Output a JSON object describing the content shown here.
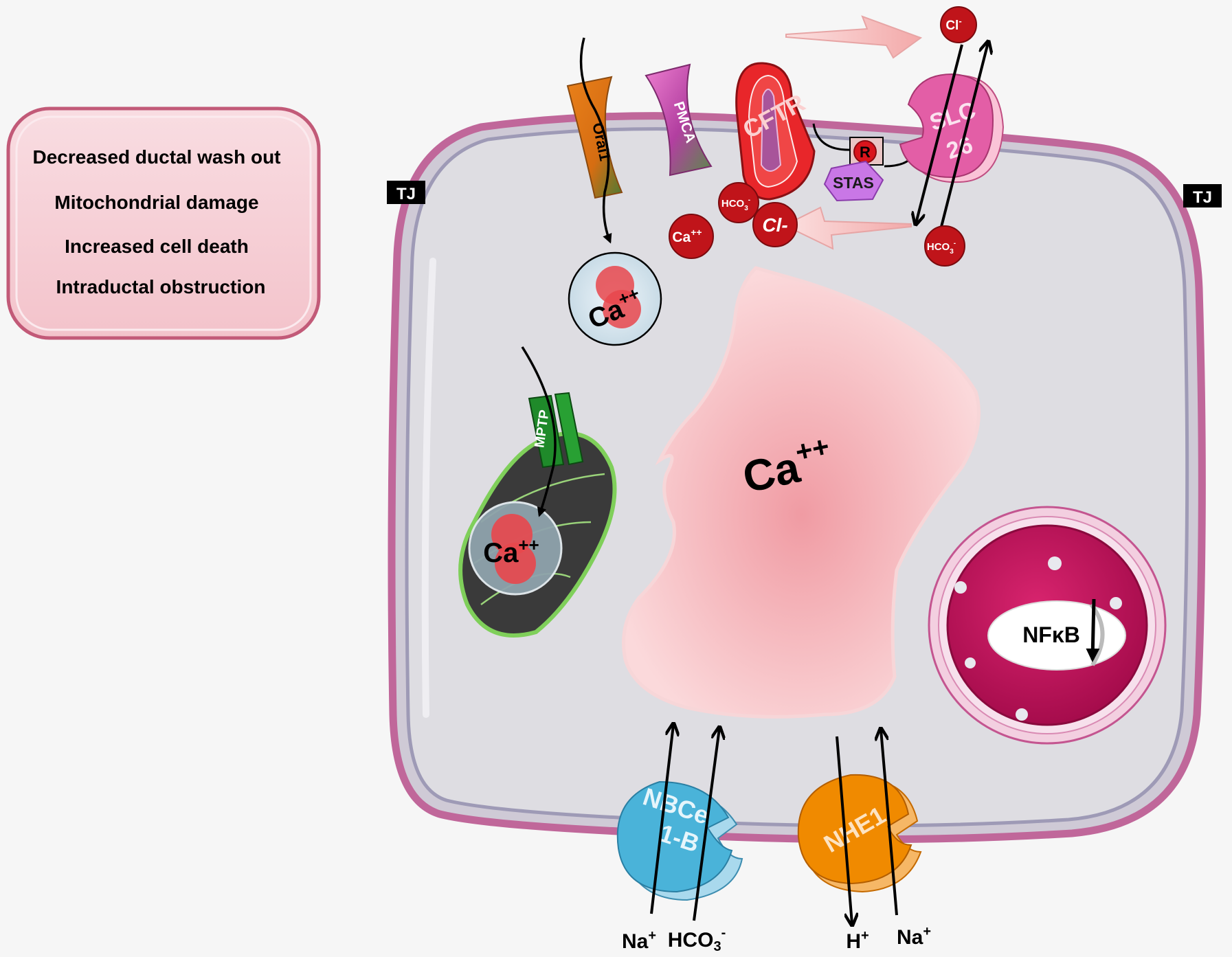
{
  "consequences": [
    "Decreased ductal wash out",
    "Mitochondrial damage",
    "Increased cell death",
    "Intraductal obstruction"
  ],
  "tight_junction": "TJ",
  "channels": {
    "orai1": "Orai1",
    "pmca": "PMCA",
    "cftr": "CFTR",
    "slc26_line1": "SLC",
    "slc26_line2": "26",
    "r_domain": "R",
    "stas": "STAS",
    "mptp": "MPTP",
    "nbce_line1": "NBCe",
    "nbce_line2": "1-B",
    "nhe1": "NHE1"
  },
  "ions": {
    "cl_out": "Cl",
    "cl_out_sup": "-",
    "cl_in": "Cl-",
    "hco3_small": "HCO",
    "hco3_small_sub": "3",
    "hco3_small_sup": "-",
    "ca_small": "Ca",
    "ca_sup": "++",
    "ca_vesicle": "Ca",
    "ca_mito": "Ca",
    "ca_big": "Ca",
    "na": "Na",
    "na_sup": "+",
    "h": "H",
    "h_sup": "+",
    "hco3": "HCO",
    "hco3_sub": "3",
    "hco3_sup": "-"
  },
  "nucleus": {
    "label": "NFκB"
  },
  "colors": {
    "background": "#f6f6f6",
    "membrane": "#c0679a",
    "cytoplasm": "#dedde2",
    "box_fill": "#f6cdd4",
    "calcium_cloud": "#f4a8ae",
    "cftr": "#e8262a",
    "slc26": "#e35ea6",
    "nbce": "#4ab3d9",
    "nhe1": "#f08a00",
    "nucleus": "#c8105e",
    "mptp": "#1f8a2a",
    "mitochondrion": "#3a3a3a",
    "ion_ball": "#c0141a"
  }
}
